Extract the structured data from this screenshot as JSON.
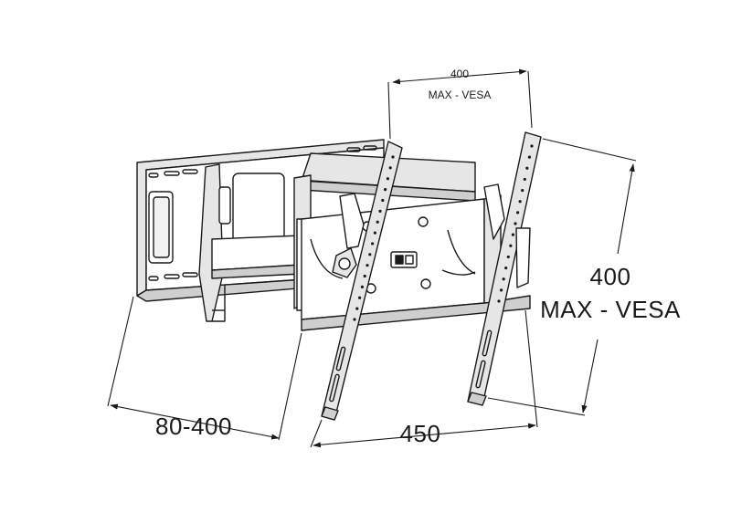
{
  "dimensions": {
    "top_vesa_value": "400",
    "top_vesa_label": "MAX - VESA",
    "side_vesa_value": "400",
    "side_vesa_label": "MAX - VESA",
    "depth_range": "80-400",
    "arm_width": "450"
  },
  "colors": {
    "line": "#1a1a1a",
    "fill_light": "#ffffff",
    "fill_shade": "#e6e6e6",
    "fill_dark": "#cfcfcf"
  },
  "icons": [
    "wall-plate",
    "articulating-arm",
    "vesa-bracket-left",
    "vesa-bracket-right",
    "tilt-knob"
  ]
}
